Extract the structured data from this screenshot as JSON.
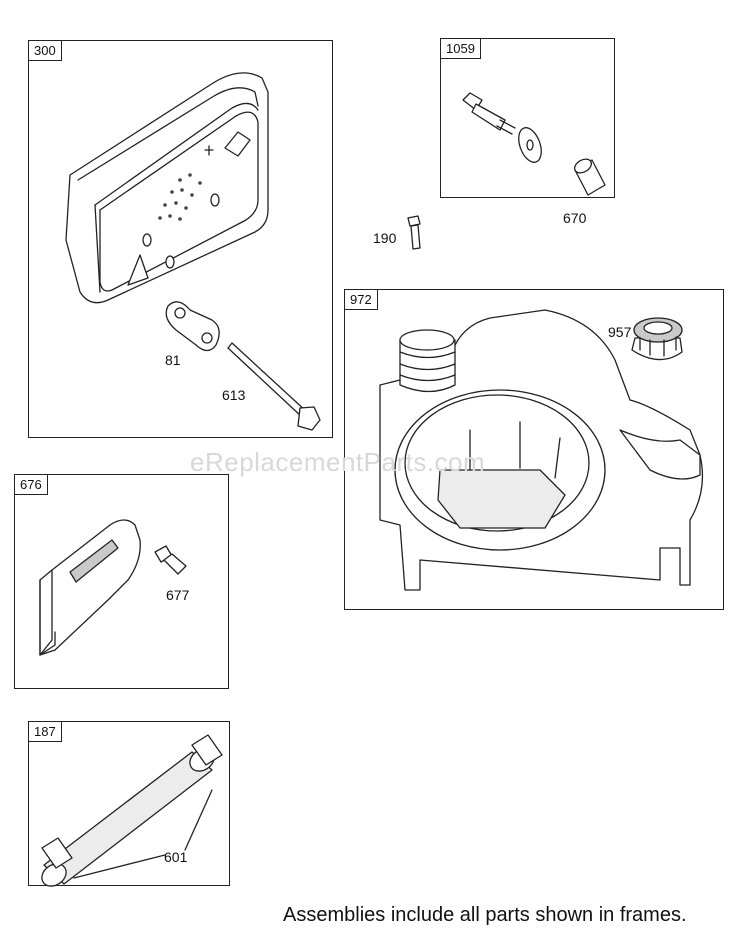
{
  "frames": {
    "f300": "300",
    "f1059": "1059",
    "f972": "972",
    "f676": "676",
    "f187": "187"
  },
  "parts": {
    "p81": "81",
    "p613": "613",
    "p190": "190",
    "p670": "670",
    "p957": "957",
    "p677": "677",
    "p601": "601"
  },
  "watermark": "eReplacementParts.com",
  "footer": "Assemblies include all parts shown in frames."
}
